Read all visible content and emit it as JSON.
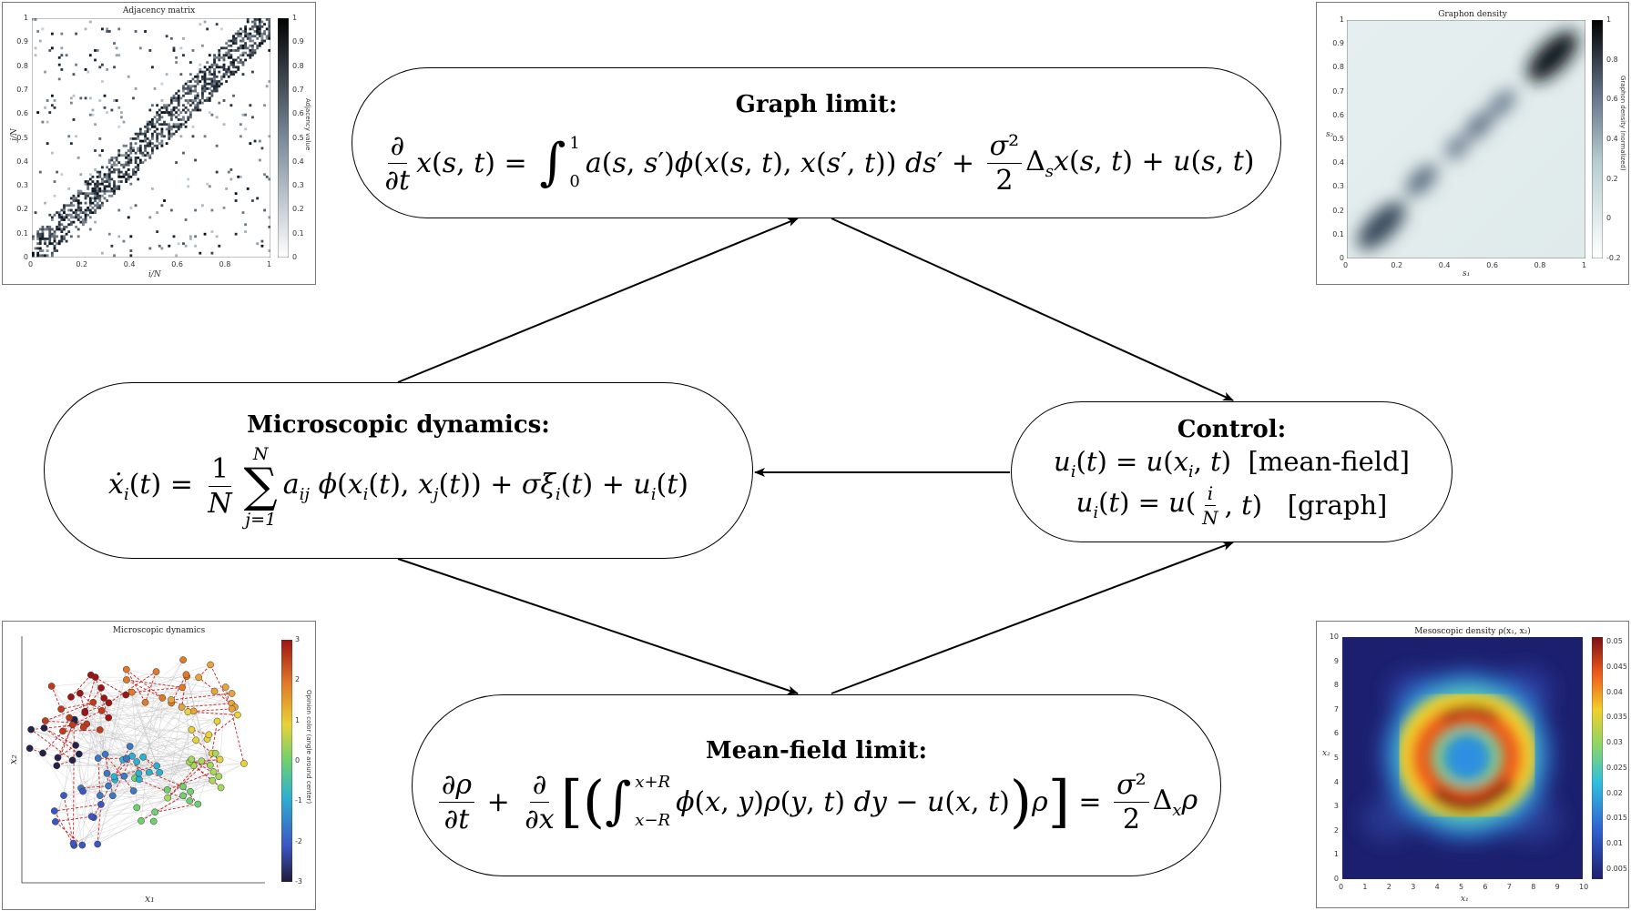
{
  "nodes": {
    "graph_limit": {
      "title": "Graph limit:"
    },
    "microscopic": {
      "title": "Microscopic dynamics:"
    },
    "control": {
      "title": "Control:",
      "line1_tag": "[mean-field]",
      "line2_tag": "[graph]"
    },
    "mean_field": {
      "title": "Mean-field limit:"
    }
  },
  "panels": {
    "adjacency": {
      "title": "Adjacency matrix",
      "xlabel": "i/N",
      "ylabel": "j/N",
      "colorbar_label": "Adjacency value",
      "xticks": [
        "0",
        "0.2",
        "0.4",
        "0.6",
        "0.8",
        "1"
      ],
      "yticks": [
        "0",
        "0.1",
        "0.2",
        "0.3",
        "0.4",
        "0.5",
        "0.6",
        "0.7",
        "0.8",
        "0.9",
        "1"
      ],
      "cbticks": [
        "0",
        "0.1",
        "0.2",
        "0.3",
        "0.4",
        "0.5",
        "0.6",
        "0.7",
        "0.8",
        "0.9",
        "1"
      ]
    },
    "graphon": {
      "title": "Graphon density",
      "xlabel": "s₁",
      "ylabel": "s₂",
      "colorbar_label": "Graphon density (normalized)",
      "xticks": [
        "0",
        "0.2",
        "0.4",
        "0.6",
        "0.8",
        "1"
      ],
      "yticks": [
        "0",
        "0.1",
        "0.2",
        "0.3",
        "0.4",
        "0.5",
        "0.6",
        "0.7",
        "0.8",
        "0.9",
        "1"
      ],
      "cbticks": [
        "1",
        "0.8",
        "0.6",
        "0.4",
        "0.2",
        "0",
        "-0.2"
      ]
    },
    "microscopic_plot": {
      "title": "Microscopic dynamics",
      "xlabel": "x₁",
      "ylabel": "x₂",
      "colorbar_label": "Opinion color (angle around center)",
      "cbticks": [
        "3",
        "2",
        "1",
        "0",
        "-1",
        "-2",
        "-3"
      ]
    },
    "mesoscopic": {
      "title": "Mesoscopic density ρ(x₁, x₂)",
      "xlabel": "x₁",
      "ylabel": "x₂",
      "xticks": [
        "0",
        "1",
        "2",
        "3",
        "4",
        "5",
        "6",
        "7",
        "8",
        "9",
        "10"
      ],
      "yticks": [
        "0",
        "1",
        "2",
        "3",
        "4",
        "5",
        "6",
        "7",
        "8",
        "9",
        "10"
      ],
      "cbticks": [
        "0.05",
        "0.045",
        "0.04",
        "0.035",
        "0.03",
        "0.025",
        "0.02",
        "0.015",
        "0.01",
        "0.005"
      ]
    }
  },
  "colors": {
    "stroke": "#000000",
    "background": "#ffffff"
  }
}
